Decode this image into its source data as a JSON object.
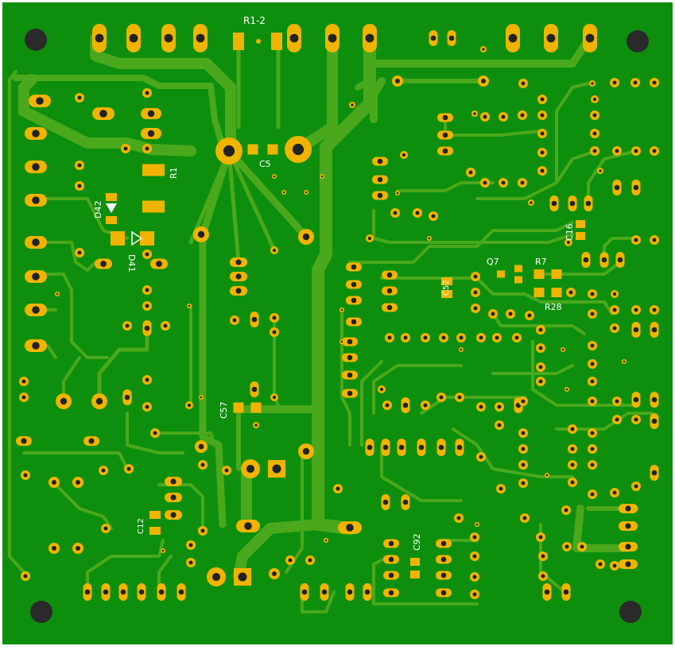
{
  "colors": {
    "background": "#ffffff",
    "board_fill": "#0d8f0d",
    "trace": "#4aa81c",
    "pad": "#f0b400",
    "drill": "#222222",
    "mount_hole": "#2a2a2a",
    "silkscreen": "#ffffff"
  },
  "labels": {
    "r1_2": "R1-2",
    "c5": "C5",
    "r1": "R1",
    "d42": "D42",
    "d41": "D41",
    "c16": "C16",
    "q7": "Q7",
    "r7": "R7",
    "c52": "C52",
    "r28": "R28",
    "c57": "C57",
    "c12": "C12",
    "c92": "C92"
  }
}
